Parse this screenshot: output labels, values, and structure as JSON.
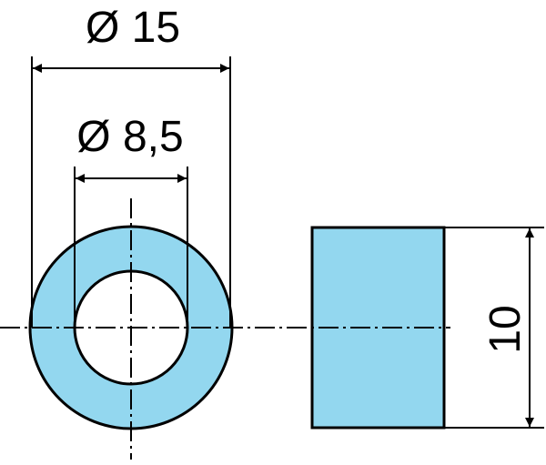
{
  "dimensions": {
    "outer_diameter": "Ø 15",
    "inner_diameter": "Ø 8,5",
    "height": "10"
  },
  "colors": {
    "fill": "#93d7ef",
    "line": "#000000",
    "background": "#ffffff"
  }
}
